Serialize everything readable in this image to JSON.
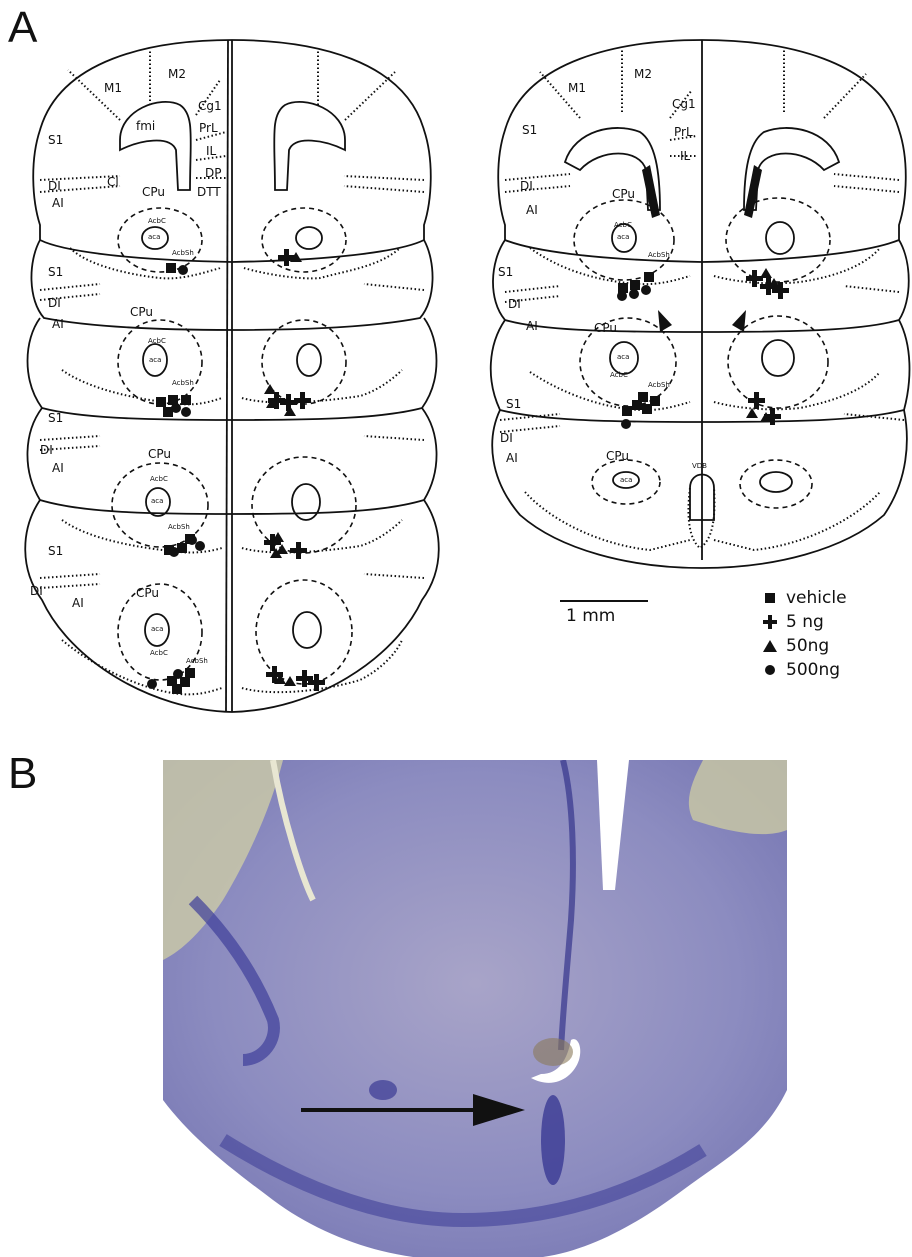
{
  "panels": {
    "a": "A",
    "b": "B"
  },
  "regions_left": {
    "m1": "M1",
    "m2": "M2",
    "cg1": "Cg1",
    "prl": "PrL",
    "il": "IL",
    "dp": "DP",
    "dtt": "DTT",
    "fmi": "fmi",
    "cl": "Cl",
    "s1": "S1",
    "di": "DI",
    "ai": "AI",
    "cpu": "CPu",
    "acbc": "AcbC",
    "aca": "aca",
    "acbsh": "AcbSh"
  },
  "regions_right": {
    "m1": "M1",
    "m2": "M2",
    "cg1": "Cg1",
    "prl": "PrL",
    "il": "IL",
    "s1": "S1",
    "di": "DI",
    "ai": "AI",
    "cpu": "CPu",
    "acbc": "AcbC",
    "aca": "aca",
    "acbsh": "AcbSh",
    "vdb": "VDB"
  },
  "scale": {
    "label": "1 mm"
  },
  "legend": [
    {
      "marker": "square",
      "label": "vehicle"
    },
    {
      "marker": "cross",
      "label": "5 ng"
    },
    {
      "marker": "triangle",
      "label": "50ng"
    },
    {
      "marker": "circle",
      "label": "500ng"
    }
  ],
  "colors": {
    "ink": "#111111",
    "stain": "#6a6fb0",
    "background_tissue": "#c9c8a8"
  }
}
